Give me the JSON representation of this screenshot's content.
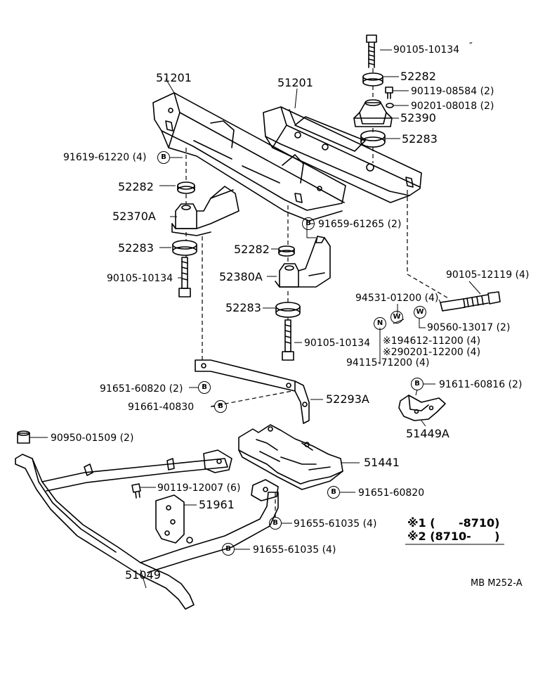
{
  "parts": {
    "p_90105_10134_top": "90105-10134",
    "p_52282_top": "52282",
    "p_90119_08584": "90119-08584 (2)",
    "p_90201_08018": "90201-08018 (2)",
    "p_52390": "52390",
    "p_52283_top": "52283",
    "p_51201_left": "51201",
    "p_51201_right": "51201",
    "p_91619_61220": "91619-61220 (4)",
    "p_52282_left": "52282",
    "p_52370A": "52370A",
    "p_52283_left": "52283",
    "p_90105_10134_left": "90105-10134",
    "p_91659_61265": "91659-61265 (2)",
    "p_52282_mid": "52282",
    "p_52380A": "52380A",
    "p_52283_mid": "52283",
    "p_90105_10134_mid": "90105-10134",
    "p_90105_12119": "90105-12119 (4)",
    "p_94531_01200": "94531-01200 (4)",
    "p_90560_13017": "90560-13017 (2)",
    "p_94612_11200": "※194612-11200 (4)",
    "p_90201_12200": "※290201-12200 (4)",
    "p_94115_71200": "94115-71200 (4)",
    "p_91651_60820_a": "91651-60820 (2)",
    "p_91661_40830": "91661-40830",
    "p_52293A": "52293A",
    "p_91611_60816": "91611-60816 (2)",
    "p_51449A": "51449A",
    "p_90950_01509": "90950-01509 (2)",
    "p_51441": "51441",
    "p_91651_60820_b": "91651-60820",
    "p_90119_12007": "90119-12007 (6)",
    "p_51961": "51961",
    "p_91655_61035_a": "91655-61035 (4)",
    "p_91655_61035_b": "91655-61035 (4)",
    "p_51049": "51049"
  },
  "markers": {
    "B": "B",
    "W": "W",
    "N": "N"
  },
  "notes": {
    "note1": "※1 (      -8710)",
    "note2": "※2 (8710-      )"
  },
  "footer": {
    "code": "MB  M252-A"
  },
  "stray_mark": "″"
}
